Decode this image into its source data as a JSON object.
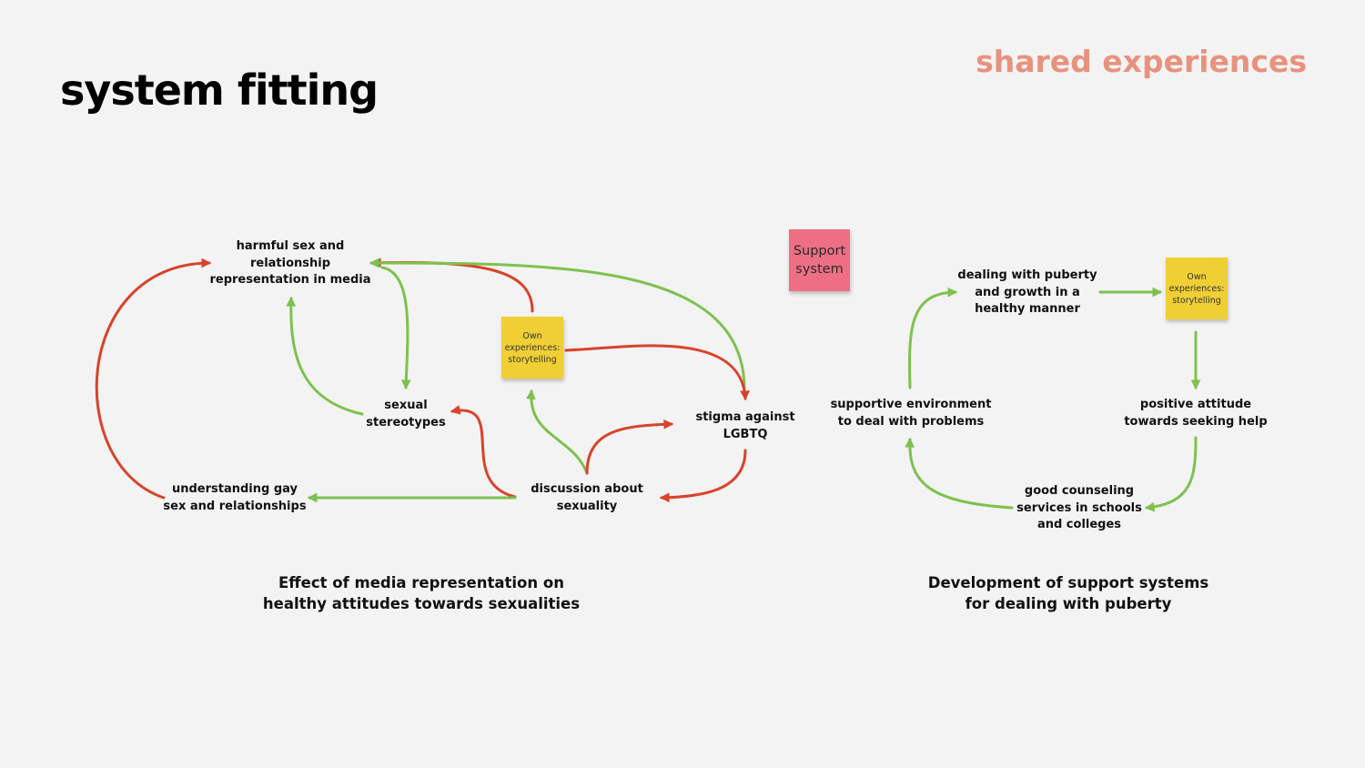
{
  "header": {
    "title": "system fitting",
    "tag": "shared experiences"
  },
  "diagram_left": {
    "nodes": {
      "harmful": "harmful sex and\nrelationship\nrepresentation in media",
      "stereotypes": "sexual\nstereotypes",
      "stigma": "stigma against\nLGBTQ",
      "understanding": "understanding gay\nsex and relationships",
      "discussion": "discussion about\nsexuality"
    },
    "sticky": "Own\nexperiences:\nstorytelling",
    "caption": "Effect of media representation on\nhealthy attitudes towards sexualities"
  },
  "diagram_right": {
    "nodes": {
      "puberty": "dealing with puberty\nand growth in a\nhealthy manner",
      "supportive": "supportive environment\nto deal with problems",
      "positive": "positive attitude\ntowards seeking help",
      "counseling": "good counseling\nservices in schools\nand colleges"
    },
    "sticky": "Own\nexperiences:\nstorytelling",
    "caption": "Development of support systems\nfor dealing with puberty"
  },
  "support_note": "Support\nsystem",
  "colors": {
    "positive_link": "#7dc14e",
    "negative_link": "#d8432b",
    "sticky_yellow": "#f0cf35",
    "sticky_pink": "#ee6f84",
    "tag": "#e8927e"
  }
}
